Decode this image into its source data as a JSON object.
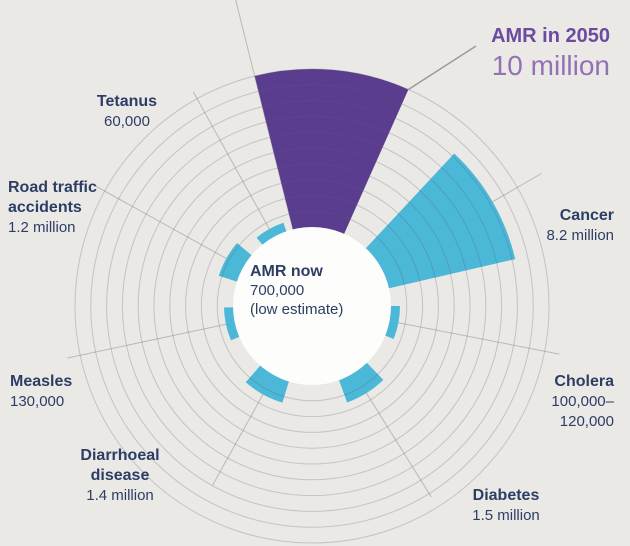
{
  "chart_data": {
    "type": "polar-area",
    "description": "Deaths per year by cause compared with AMR projection",
    "max_value": 10000000,
    "grid_rings": 10,
    "grid_on": true,
    "colors": {
      "background": "#ebe9e6",
      "default": "#4bb8d8",
      "highlight": "#5b3d8f",
      "grid": "#d7d5d1",
      "spoke": "#bbb9b5",
      "text_navy": "#2c3e64",
      "callout_title": "#6b4aa0",
      "callout_value": "#9272b4"
    },
    "inner_label": {
      "title": "AMR now",
      "value": "700,000",
      "note": "(low estimate)"
    },
    "series": [
      {
        "id": "amr-2050",
        "label": "AMR in 2050",
        "value": 10000000,
        "value_text": "10 million",
        "angle": 5,
        "width": 38,
        "color": "#5b3d8f"
      },
      {
        "id": "cancer",
        "label": "Cancer",
        "value": 8200000,
        "value_text": "8.2 million",
        "angle": 60,
        "width": 34
      },
      {
        "id": "cholera",
        "label": "Cholera",
        "value": 120000,
        "value_text": "100,000–120,000",
        "value_lines": [
          "100,000–",
          "120,000"
        ],
        "angle": 101,
        "width": 22
      },
      {
        "id": "diabetes",
        "label": "Diabetes",
        "value": 1500000,
        "value_text": "1.5 million",
        "angle": 148,
        "width": 24
      },
      {
        "id": "diarrhoeal",
        "label": "Diarrhoeal disease",
        "label_lines": [
          "Diarrhoeal",
          "disease"
        ],
        "value": 1400000,
        "value_text": "1.4 million",
        "angle": 209,
        "width": 24
      },
      {
        "id": "measles",
        "label": "Measles",
        "value": 130000,
        "value_text": "130,000",
        "angle": 258,
        "width": 22
      },
      {
        "id": "rta",
        "label": "Road traffic accidents",
        "label_lines": [
          "Road traffic",
          "accidents"
        ],
        "value": 1200000,
        "value_text": "1.2 million",
        "angle": 299,
        "width": 22
      },
      {
        "id": "tetanus",
        "label": "Tetanus",
        "value": 60000,
        "value_text": "60,000",
        "angle": 331,
        "width": 20
      }
    ]
  }
}
